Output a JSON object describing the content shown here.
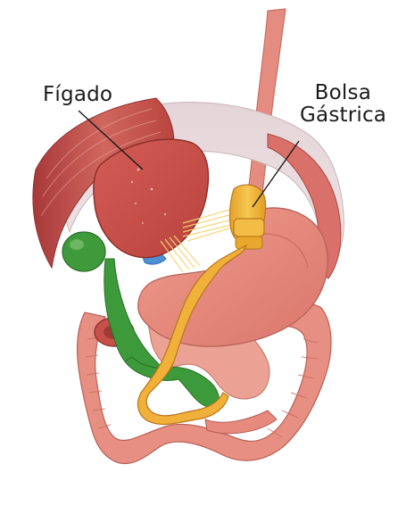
{
  "labels": {
    "liver": "Fígado",
    "band_line1": "Bolsa",
    "band_line2": "Gástrica"
  },
  "colors": {
    "leader_line": "#1b1b1b",
    "liver": "#c9514a",
    "stomach": "#e0887a",
    "band": "#f1b43a",
    "gallbladder": "#3f9a3c",
    "intestine": "#e58d80",
    "bile_duct": "#2f9a2f",
    "muscle": "#b8453e"
  }
}
